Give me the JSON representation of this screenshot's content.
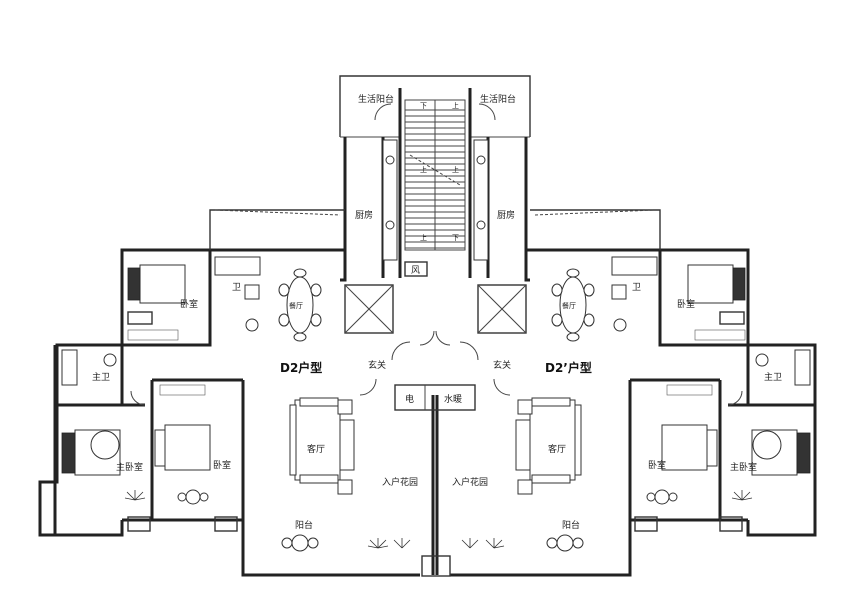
{
  "units": {
    "left_type": "D2户型",
    "right_type": "D2’户型"
  },
  "rooms": {
    "balcony_service_left": "生活阳台",
    "balcony_service_right": "生活阳台",
    "kitchen_left": "厨房",
    "kitchen_right": "厨房",
    "bath_left": "卫",
    "bath_right": "卫",
    "bedroom_left_top": "卧室",
    "bedroom_right_top": "卧室",
    "dining_left": "餐厅",
    "dining_right": "餐厅",
    "vent": "风",
    "foyer_left": "玄关",
    "foyer_right": "玄关",
    "master_bath_left": "主卫",
    "master_bath_right": "主卫",
    "electric": "电",
    "water_heat": "水暖",
    "master_bedroom_left": "主卧室",
    "master_bedroom_right": "主卧室",
    "bedroom_left": "卧室",
    "bedroom_right": "卧室",
    "living_left": "客厅",
    "living_right": "客厅",
    "garden_left": "入户花园",
    "garden_right": "入户花园",
    "balcony_left": "阳台",
    "balcony_right": "阳台"
  },
  "stair_marks": {
    "down_left": "下",
    "up_right": "上",
    "up_left_mid": "上",
    "up_right_mid": "上",
    "up_bottom": "上",
    "down_bottom": "下"
  }
}
